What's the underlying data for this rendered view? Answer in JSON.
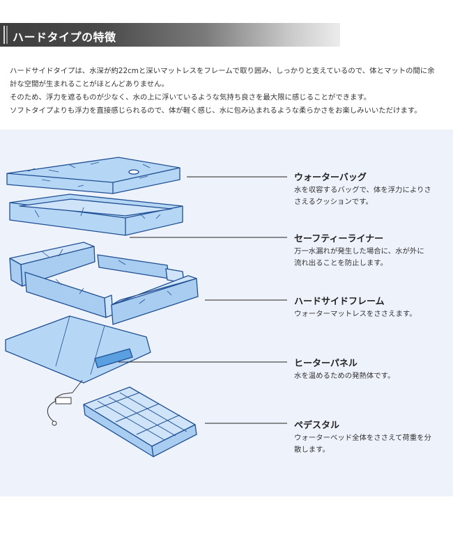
{
  "header": {
    "title": "ハードタイプの特徴"
  },
  "intro": {
    "lines": [
      "ハードサイドタイプは、水深が約22cmと深いマットレスをフレームで取り囲み、しっかりと支えているので、体とマットの間に余",
      "計な空間が生まれることがほとんどありません。",
      "そのため、浮力を遮るものが少なく、水の上に浮いているような気持ち良さを最大限に感じることができます。",
      "ソフトタイプよりも浮力を直接感じられるので、体が軽く感じ、水に包み込まれるような柔らかさをお楽しみいいただけます。"
    ]
  },
  "components": [
    {
      "title": "ウォーターバッグ",
      "desc": [
        "水を収容するバッグで、体を浮力によりさ",
        "さえるクッションです。"
      ]
    },
    {
      "title": "セーフティーライナー",
      "desc": [
        "万一水漏れが発生した場合に、水が外に",
        "流れ出ることを防止します。"
      ]
    },
    {
      "title": "ハードサイドフレーム",
      "desc": [
        "ウォーターマットレスをささえます。"
      ]
    },
    {
      "title": "ヒーターパネル",
      "desc": [
        "水を温めるための発熱体です。"
      ]
    },
    {
      "title": "ペデスタル",
      "desc": [
        "ウォーターベッド全体をささえて荷重を分",
        "散します。"
      ]
    }
  ],
  "colors": {
    "panel_bg": "#eef3fb",
    "part_fill": "#a8cdf0",
    "part_stroke": "#1f4f93",
    "title_bar": "#3d3d3d"
  }
}
